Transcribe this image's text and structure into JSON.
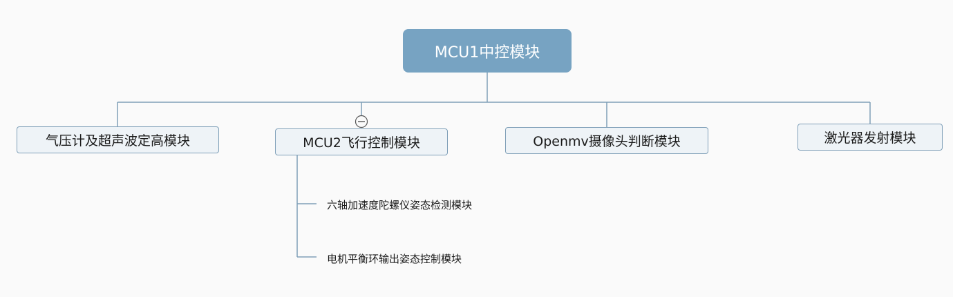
{
  "diagram": {
    "root": {
      "label": "MCU1中控模块"
    },
    "children": [
      {
        "key": "baro",
        "label": "气压计及超声波定高模块"
      },
      {
        "key": "mcu2",
        "label": "MCU2飞行控制模块"
      },
      {
        "key": "openmv",
        "label": "Openmv摄像头判断模块"
      },
      {
        "key": "laser",
        "label": "激光器发射模块"
      }
    ],
    "mcu2_subtopics": [
      {
        "label": "六轴加速度陀螺仪姿态检测模块"
      },
      {
        "label": "电机平衡环输出姿态控制模块"
      }
    ],
    "colors": {
      "root_fill": "#77a3c2",
      "node_fill": "#eef3f7",
      "node_border": "#7f9fb8",
      "line": "#7f9fb8",
      "background": "#fafafa"
    },
    "collapse_toggle_icon": "minus-circle-icon"
  }
}
